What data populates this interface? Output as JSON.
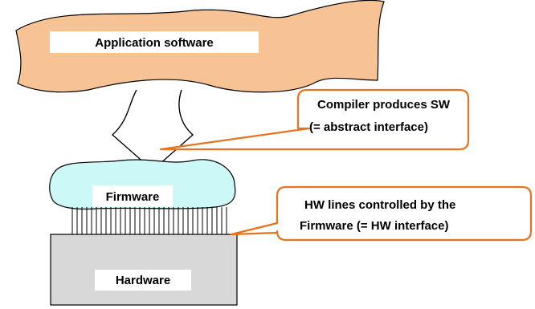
{
  "colors": {
    "application_fill": "#f8c394",
    "firmware_fill": "#ccf8f8",
    "hardware_fill": "#d8d8d8",
    "callout_border": "#e8731e",
    "outline": "#000000"
  },
  "application": {
    "label": "Application software"
  },
  "firmware": {
    "label": "Firmware"
  },
  "hardware": {
    "label": "Hardware"
  },
  "callout_compiler": {
    "line1": "Compiler produces SW",
    "line2": "(= abstract interface)"
  },
  "callout_hw_lines": {
    "line1": "HW lines controlled by the",
    "line2": "Firmware (= HW interface)"
  },
  "icons": {
    "interface_lines": "vertical-lines",
    "funnel_arrow": "down-arrow"
  }
}
